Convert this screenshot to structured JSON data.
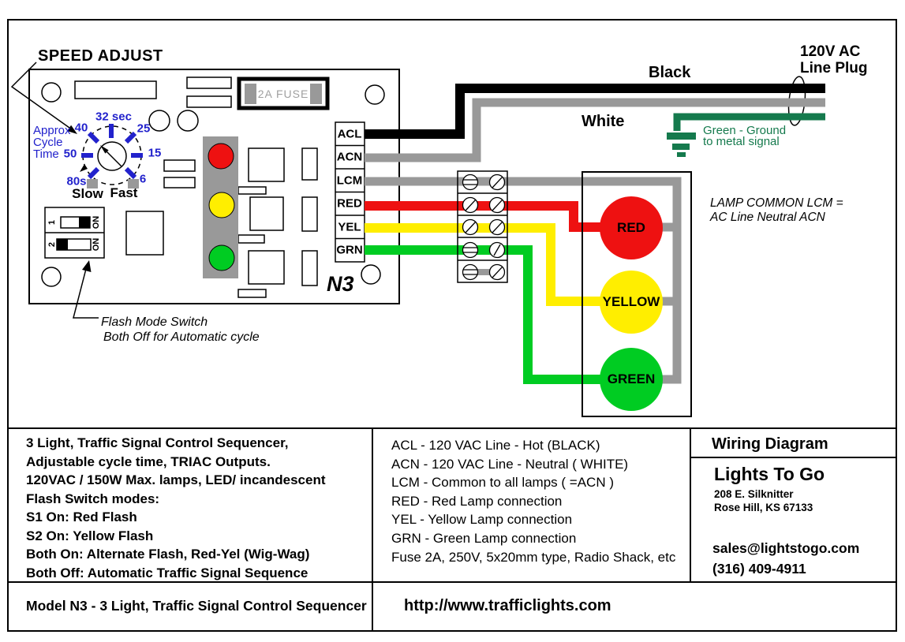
{
  "board": {
    "speed_adjust_label": "SPEED ADJUST",
    "dial": {
      "cycle_time_caption": [
        "Approx",
        "Cycle",
        "Time"
      ],
      "tick_labels": [
        "32 sec",
        "40",
        "25",
        "50",
        "15",
        "80s",
        "6"
      ],
      "slow_label": "Slow",
      "fast_label": "Fast"
    },
    "fuse_label": "2A FUSE",
    "terminals": [
      "ACL",
      "ACN",
      "LCM",
      "RED",
      "YEL",
      "GRN"
    ],
    "model_marking": "N3",
    "dip_switch": {
      "switch1": "1",
      "switch2": "2",
      "on1": "ON",
      "on2": "ON"
    },
    "flash_note_line1": "Flash Mode Switch",
    "flash_note_line2": "Both Off for Automatic cycle"
  },
  "wiring": {
    "black_label": "Black",
    "white_label": "White",
    "plug_label_line1": "120V AC",
    "plug_label_line2": "Line Plug",
    "ground_label_line1": "Green - Ground",
    "ground_label_line2": "to metal signal",
    "lamp_common_note_line1": "LAMP COMMON LCM =",
    "lamp_common_note_line2": "AC Line Neutral  ACN",
    "lamps": [
      "RED",
      "YELLOW",
      "GREEN"
    ]
  },
  "specs": [
    "3 Light, Traffic Signal Control Sequencer,",
    "Adjustable cycle time, TRIAC Outputs.",
    "120VAC / 150W Max. lamps, LED/ incandescent",
    "Flash Switch modes:",
    "S1 On:  Red Flash",
    "S2 On: Yellow Flash",
    "Both On:  Alternate Flash, Red-Yel (Wig-Wag)",
    "Both Off:  Automatic Traffic Signal Sequence"
  ],
  "legend": [
    "ACL - 120 VAC Line - Hot  (BLACK)",
    "ACN - 120 VAC Line - Neutral ( WHITE)",
    "LCM - Common to all lamps ( =ACN )",
    "RED - Red Lamp connection",
    "YEL - Yellow Lamp connection",
    "GRN - Green Lamp connection",
    "Fuse 2A, 250V, 5x20mm type, Radio Shack, etc"
  ],
  "company": {
    "header": "Wiring Diagram",
    "name": "Lights To Go",
    "address1": "208 E. Silknitter",
    "address2": "Rose Hill, KS 67133",
    "email": "sales@lightstogo.com",
    "phone": "(316) 409-4911"
  },
  "footer": {
    "model": "Model N3 - 3 Light,  Traffic Signal Control Sequencer",
    "url": "http://www.trafficlights.com"
  },
  "colors": {
    "accent_blue": "#2222cc",
    "wire_black": "#000000",
    "wire_white_gray": "#999999",
    "wire_red": "#ee1111",
    "wire_yellow": "#ffee00",
    "wire_green": "#00cc22",
    "ground_green": "#157a4d",
    "lamp_red": "#ee1111",
    "lamp_yellow": "#ffee00",
    "lamp_green": "#00cc22",
    "board_strip_gray": "#999999"
  }
}
